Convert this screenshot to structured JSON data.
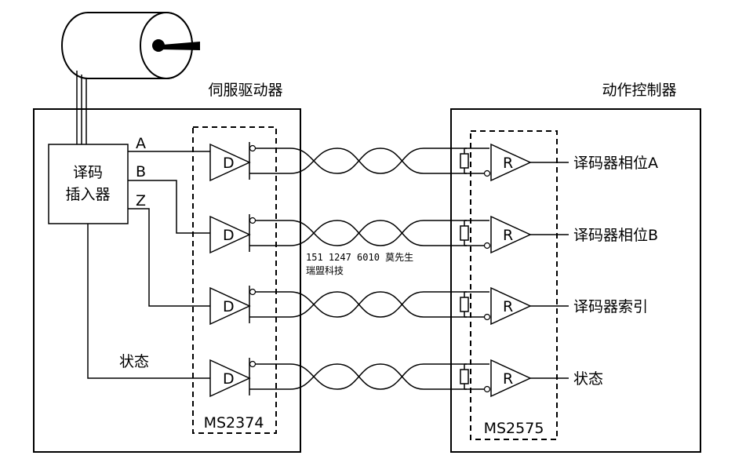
{
  "driver": {
    "title": "伺服驱动器",
    "encoder_label_line1": "译码",
    "encoder_label_line2": "插入器",
    "signal_a": "A",
    "signal_b": "B",
    "signal_z": "Z",
    "status_label": "状态",
    "chip": "MS2374",
    "driver_letter": "D"
  },
  "controller": {
    "title": "动作控制器",
    "chip": "MS2575",
    "receiver_letter": "R",
    "outputs": [
      "译码器相位A",
      "译码器相位B",
      "译码器索引",
      "状态"
    ]
  },
  "watermark": {
    "phone": "151 1247 6010 莫先生",
    "company": "瑞盟科技"
  }
}
